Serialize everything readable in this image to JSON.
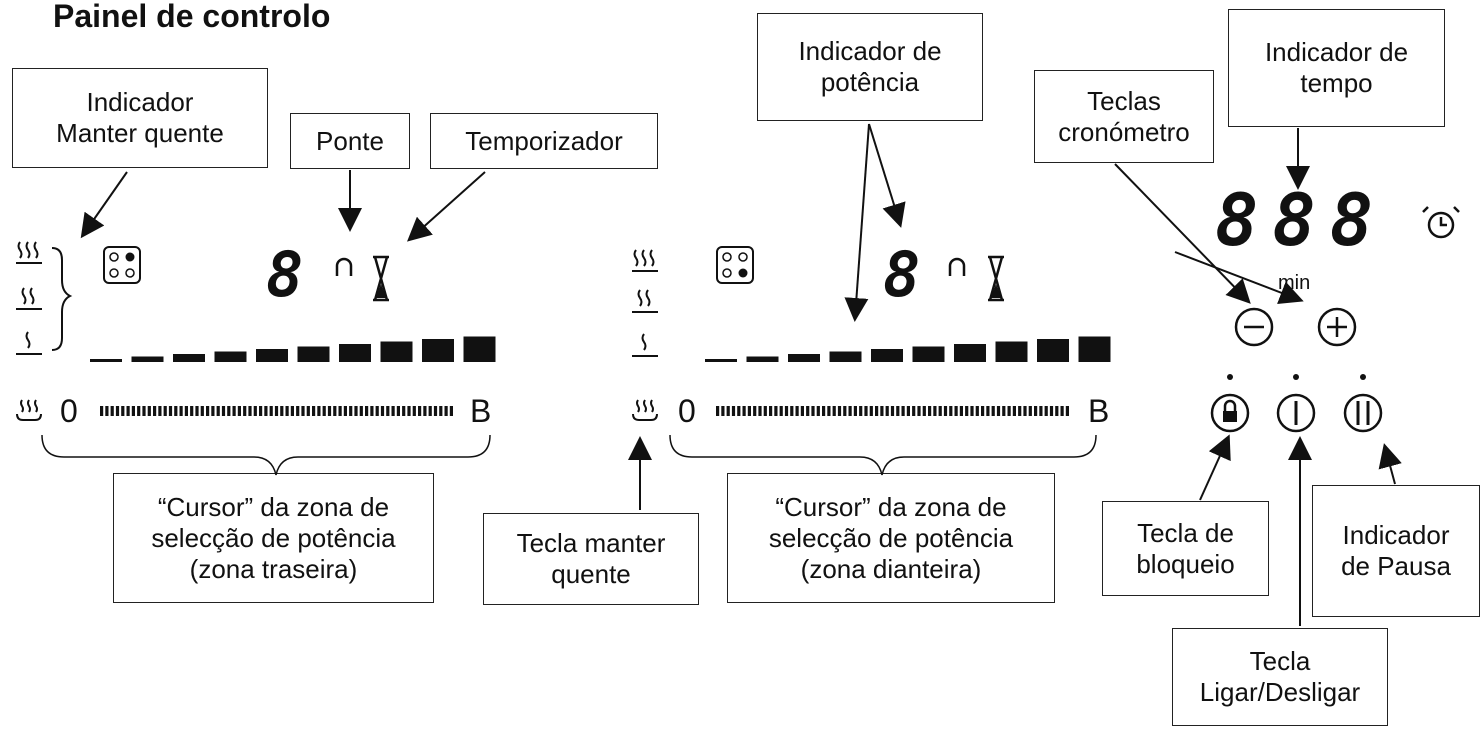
{
  "title": "Painel de controlo",
  "callouts": {
    "keep_warm_indicator": "Indicador\nManter quente",
    "bridge": "Ponte",
    "timer": "Temporizador",
    "power_indicator": "Indicador de\npotência",
    "time_indicator": "Indicador de\ntempo",
    "chrono_keys": "Teclas\ncronómetro",
    "slider_rear": "“Cursor” da zona de\nselecção de potência\n(zona traseira)",
    "keep_warm_key": "Tecla manter\nquente",
    "slider_front": "“Cursor” da zona de\nselecção de potência\n(zona dianteira)",
    "lock_key": "Tecla de\nbloqueio",
    "pause_indicator": "Indicador\nde Pausa",
    "onoff_key": "Tecla\nLigar/Desligar"
  },
  "panel": {
    "slider_start": "0",
    "slider_end": "B",
    "digit": "8",
    "timer_digits": "888",
    "timer_unit": "min",
    "minus": "−",
    "plus": "+"
  }
}
